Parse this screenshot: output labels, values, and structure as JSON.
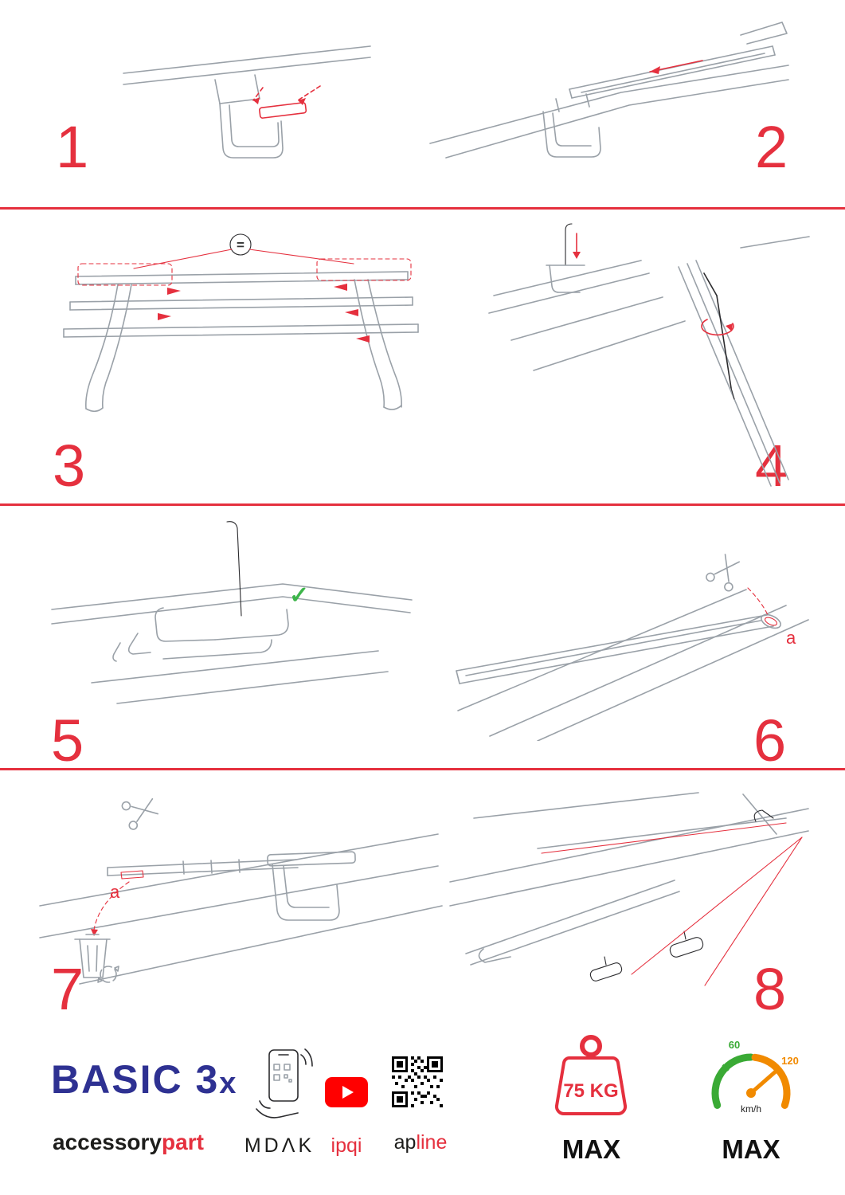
{
  "page": {
    "background": "#ffffff"
  },
  "colors": {
    "accent_red": "#e5303e",
    "brand_navy": "#2e3192",
    "green": "#3db54a",
    "orange": "#f18a00",
    "youtube_red": "#ff0000",
    "ink": "#1d1d1b",
    "line_gray": "#9aa1a8"
  },
  "steps": [
    {
      "number": "1"
    },
    {
      "number": "2"
    },
    {
      "number": "3"
    },
    {
      "number": "4"
    },
    {
      "number": "5"
    },
    {
      "number": "6"
    },
    {
      "number": "7"
    },
    {
      "number": "8"
    }
  ],
  "annotations": {
    "equal_sign": "=",
    "check_mark": "✓",
    "cut_label_6": "a",
    "cut_label_7": "a"
  },
  "footer": {
    "product_name": "BASIC 3",
    "product_suffix": "x",
    "brand_prefix": "accessory",
    "brand_suffix": "part",
    "logo_mdak": "MDΛK",
    "logo_ipqi": "ipqi",
    "logo_apline_prefix": "ap",
    "logo_apline_suffix": "line",
    "weight_value": "75 KG",
    "weight_limit_label": "MAX",
    "speed_unit": "km/h",
    "speed_limit_label": "MAX",
    "speed_tick_low": "60",
    "speed_tick_high": "120"
  }
}
